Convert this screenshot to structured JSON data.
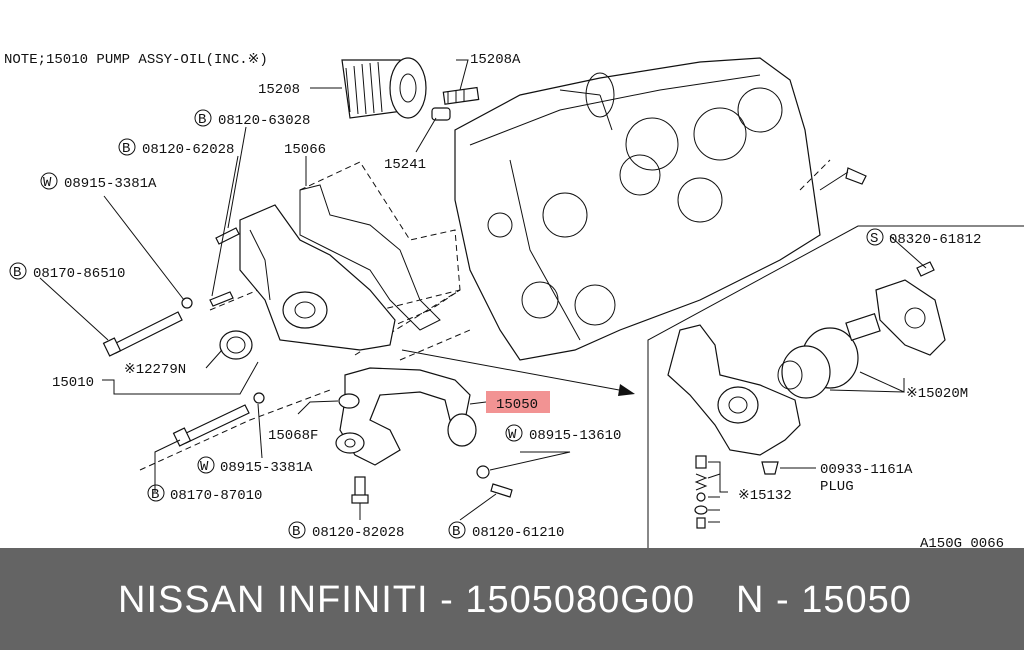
{
  "note": "NOTE;15010  PUMP ASSY-OIL(INC.※)",
  "callouts": {
    "c15208A": "15208A",
    "c15208": "15208",
    "c15241": "15241",
    "c08120_63028": "08120-63028",
    "c08120_62028": "08120-62028",
    "c15066": "15066",
    "c08915_3381A_top": "08915-3381A",
    "c08170_86510": "08170-86510",
    "c12279N": "※12279N",
    "c15010": "15010",
    "c15068F": "15068F",
    "c08915_3381A_bot": "08915-3381A",
    "c08170_87010": "08170-87010",
    "c08120_82028": "08120-82028",
    "c08120_61210": "08120-61210",
    "c08915_13610": "08915-13610",
    "c15050": "15050",
    "c08320_61812": "08320-61812",
    "c15020M": "※15020M",
    "c00933_1161A": "00933-1161A",
    "plug": "PLUG",
    "c15132": "※15132",
    "figure_code": "A150G 0066"
  },
  "prefix_letters": {
    "b": "B",
    "w": "W",
    "s": "S"
  },
  "highlight_color": "#f08080",
  "footer": {
    "brand_line": "NISSAN  INFINITI - 1505080G00",
    "code_line": "N - 15050"
  }
}
